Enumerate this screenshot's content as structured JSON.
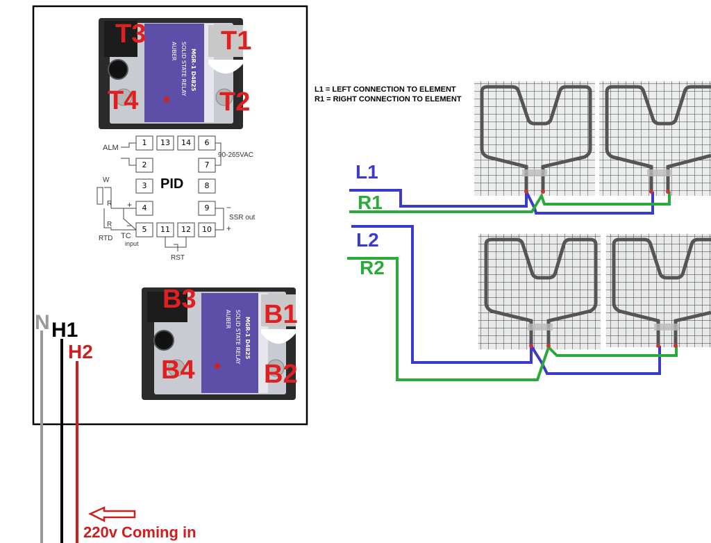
{
  "colors": {
    "frame": "#000000",
    "terminal_label": "#e02020",
    "left_wire": "#3a3acc",
    "right_wire": "#2aaa3a",
    "neutral": "#999999",
    "h1": "#000000",
    "h2": "#cc2020",
    "relay_body": "#2a2a2a",
    "relay_face": "#5d4ea8"
  },
  "relay_top": {
    "terminals": {
      "t1": "T1",
      "t2": "T2",
      "t3": "T3",
      "t4": "T4"
    },
    "brand": "AUBER",
    "type": "SOLID STATE RELAY",
    "model": "MGR-1 D4825"
  },
  "relay_bottom": {
    "terminals": {
      "b1": "B1",
      "b2": "B2",
      "b3": "B3",
      "b4": "B4"
    },
    "brand": "AUBER",
    "type": "SOLID STATE RELAY",
    "model": "MGR-1 D4825"
  },
  "pid": {
    "title": "PID",
    "terminals": [
      "1",
      "2",
      "3",
      "4",
      "5",
      "6",
      "7",
      "8",
      "9",
      "10",
      "11",
      "12",
      "13",
      "14"
    ],
    "alm": "ALM",
    "supply": "90-265VAC",
    "w": "W",
    "r1": "R",
    "r2": "R",
    "plus1": "+",
    "minus1": "−",
    "minus2": "−",
    "plus2": "+",
    "rtd": "RTD",
    "tc": "TC",
    "tc_sub": "input",
    "ssr_out": "SSR out",
    "rst": "RST"
  },
  "legend": {
    "line1": "L1 = LEFT CONNECTION TO ELEMENT",
    "line2": "R1 = RIGHT CONNECTION TO ELEMENT"
  },
  "wires": {
    "l1": "L1",
    "r1": "R1",
    "l2": "L2",
    "r2": "R2"
  },
  "supply_leads": {
    "n": "N",
    "h1": "H1",
    "h2": "H2"
  },
  "incoming": "220v Coming in"
}
